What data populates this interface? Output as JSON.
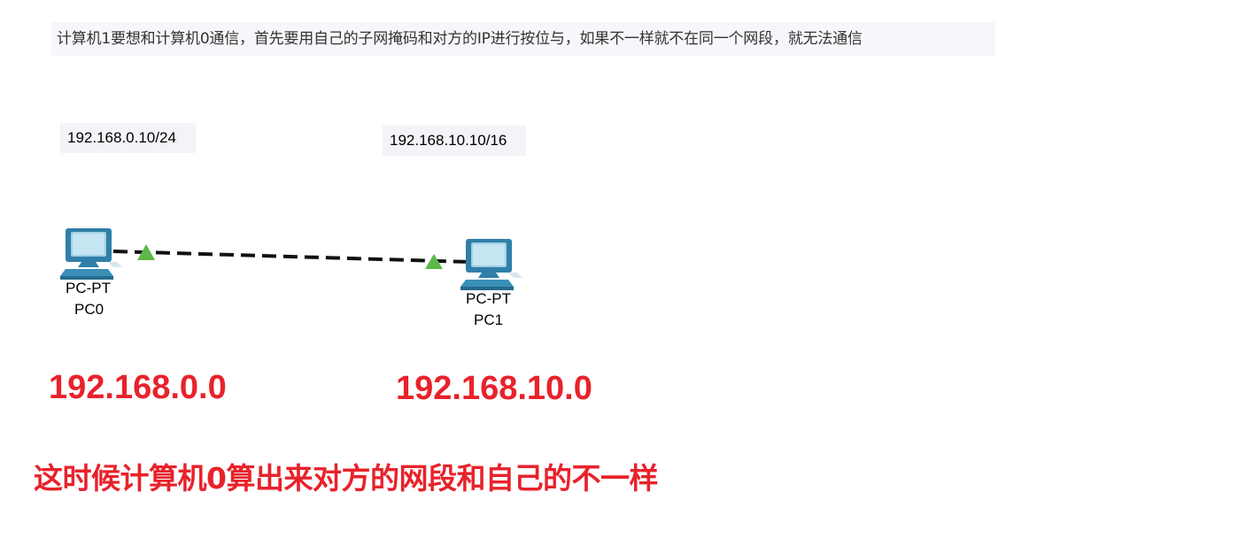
{
  "note": "计算机1要想和计算机0通信，首先要用自己的子网掩码和对方的IP进行按位与，如果不一样就不在同一个网段，就无法通信",
  "pc0": {
    "ip": "192.168.0.10/24",
    "type": "PC-PT",
    "name": "PC0",
    "network": "192.168.0.0"
  },
  "pc1": {
    "ip": "192.168.10.10/16",
    "type": "PC-PT",
    "name": "PC1",
    "network": "192.168.10.0"
  },
  "link": {
    "style": "dashed",
    "status_color": "#5cb848"
  },
  "conclusion": "这时候计算机0算出来对方的网段和自己的不一样",
  "colors": {
    "accent": "#e8222b",
    "pc_screen": "#8fc6e0",
    "pc_body": "#3a8fb7"
  }
}
